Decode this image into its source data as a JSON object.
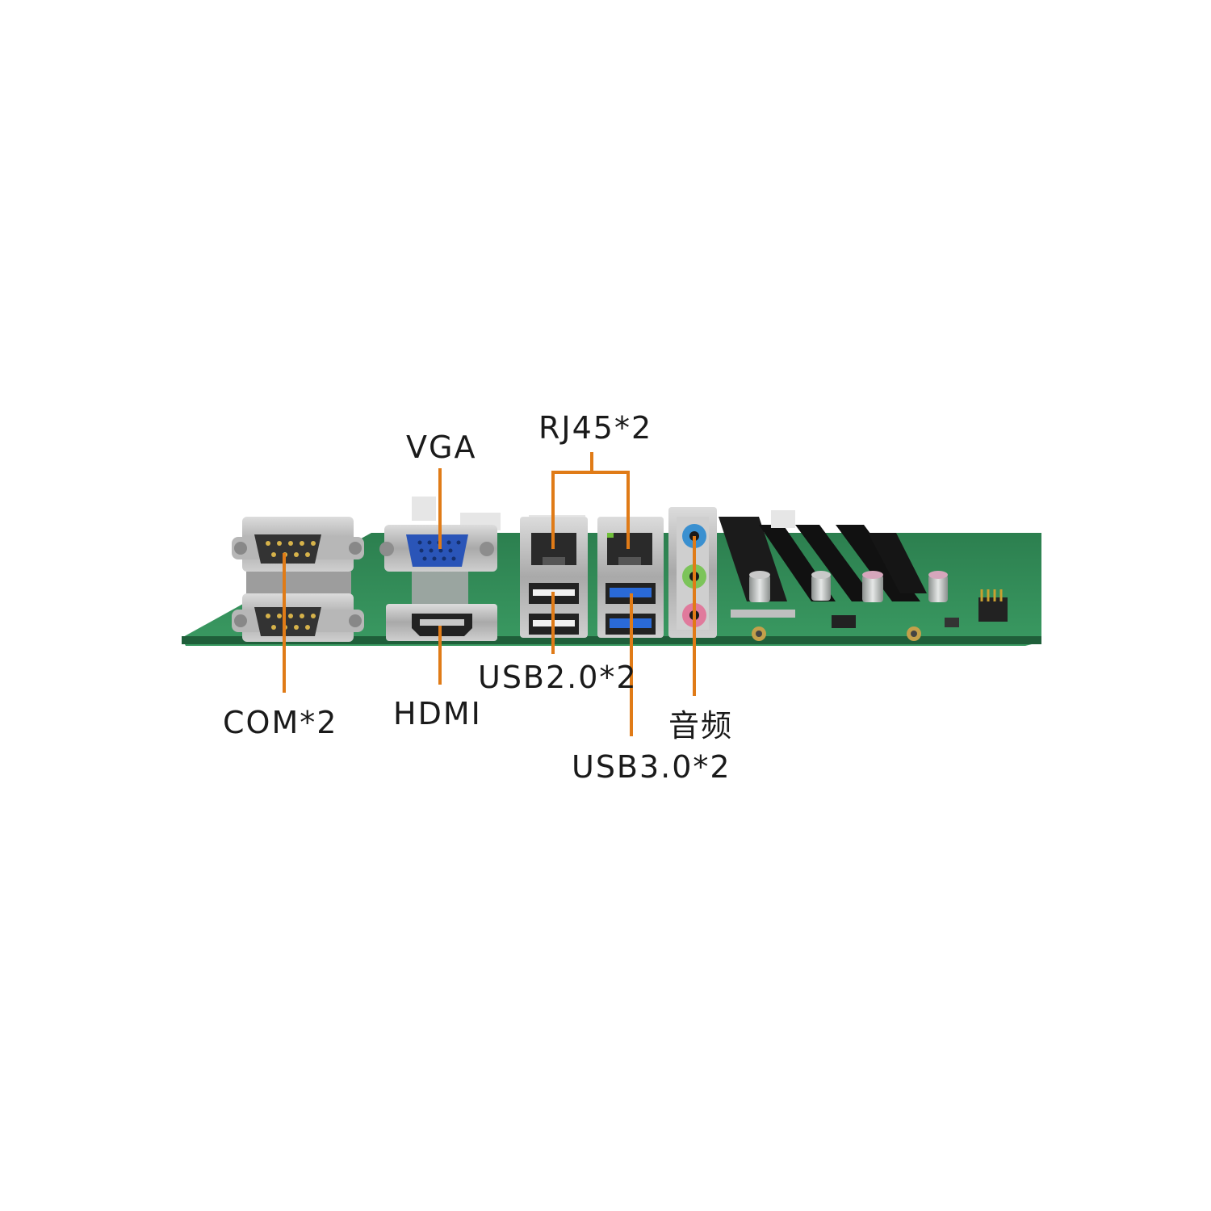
{
  "labels": {
    "vga": "VGA",
    "rj45": "RJ45*2",
    "com": "COM*2",
    "hdmi": "HDMI",
    "usb2": "USB2.0*2",
    "usb3": "USB3.0*2",
    "audio": "音频"
  },
  "colors": {
    "background": "#ffffff",
    "pcb": "#2f8a55",
    "leader_line": "#e07b17",
    "vga_port": "#2a55b8",
    "usb3_port": "#2a6ad8",
    "audio_blue": "#3a90d0",
    "audio_green": "#7cc45a",
    "audio_pink": "#e07a9c"
  },
  "icons": [
    "motherboard-photo"
  ]
}
